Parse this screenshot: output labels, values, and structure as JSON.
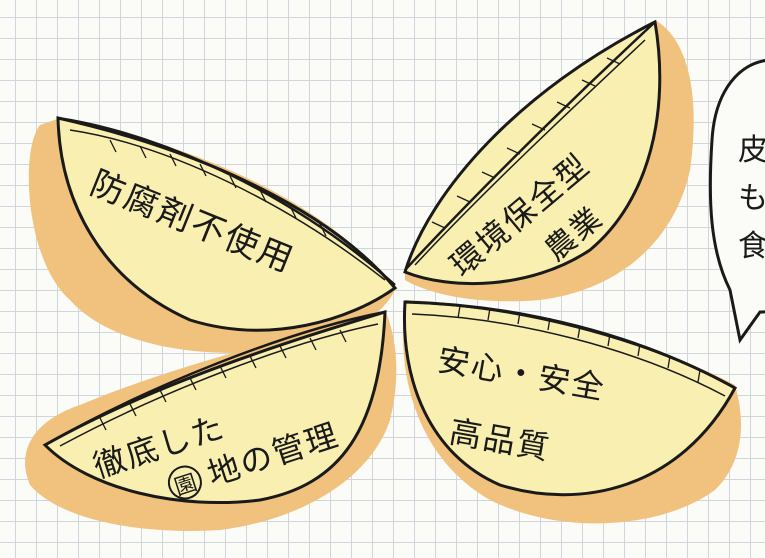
{
  "leaves": {
    "top_left": {
      "line1": "防腐剤不使用"
    },
    "top_right": {
      "line1": "環境保全型",
      "line2": "農業"
    },
    "bottom_left": {
      "line1": "徹底した",
      "line2_mark": "園",
      "line2": "地の管理"
    },
    "bottom_right": {
      "line1": "安心・安全",
      "line2": "高品質"
    }
  },
  "speech_bubble": {
    "line1": "皮",
    "line2": "も",
    "line3": "食"
  },
  "colors": {
    "peel": "#f1c27d",
    "flesh": "#f8efb0",
    "flesh_center": "#f3e37a",
    "ink": "#1a1a1a",
    "grid": "#cfd6dc"
  }
}
